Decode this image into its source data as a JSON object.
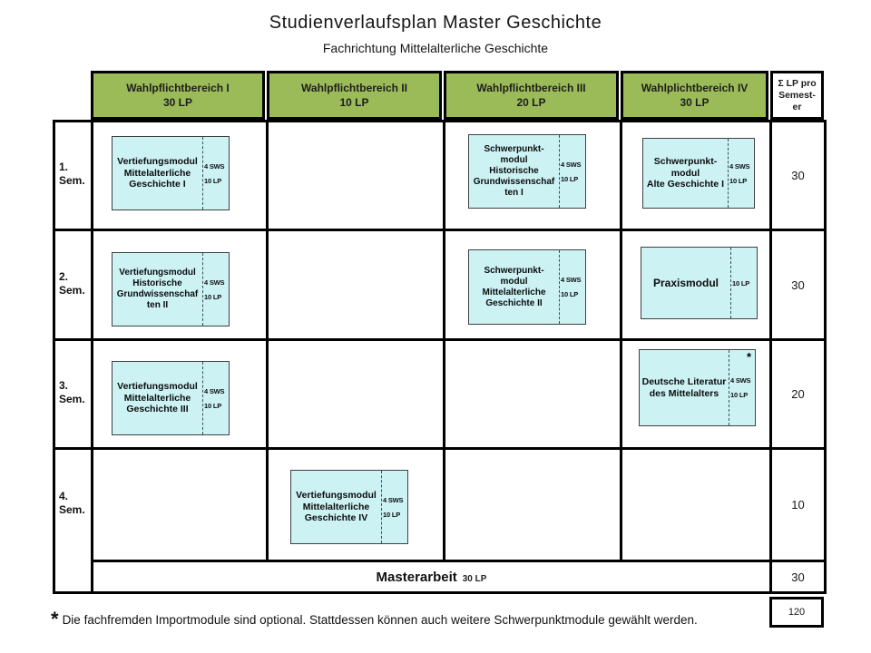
{
  "title": "Studienverlaufsplan Master Geschichte",
  "subtitle": "Fachrichtung Mittelalterliche Geschichte",
  "colors": {
    "header_green": "#9BBB59",
    "module_fill": "#CCF2F4",
    "module_border": "#404040",
    "grid_border": "#000000"
  },
  "header": {
    "col1": "Wahlpflichtbereich I\n30 LP",
    "col2": "Wahlpflichtbereich II\n10 LP",
    "col3": "Wahlpflichtbereich III\n20 LP",
    "col4": "Wahlplichtbereich IV\n30 LP",
    "sum": "Σ LP pro\nSemest-\ner"
  },
  "semesters": {
    "s1": "1.\nSem.",
    "s2": "2.\nSem.",
    "s3": "3.\nSem.",
    "s4": "4.\nSem."
  },
  "sums": {
    "row1": "30",
    "row2": "30",
    "row3": "20",
    "row4": "10",
    "masterarbeit": "30",
    "total": "120"
  },
  "modules": {
    "m1": {
      "title": "Vertiefungsmodul\nMittelalterliche\nGeschichte I",
      "sws": "4 SWS",
      "lp": "10 LP"
    },
    "m2": {
      "title": "Schwerpunkt-\nmodul\nHistorische\nGrundwissenschaf\nten I",
      "sws": "4 SWS",
      "lp": "10 LP"
    },
    "m3": {
      "title": "Schwerpunkt-\nmodul\nAlte Geschichte I",
      "sws": "4 SWS",
      "lp": "10 LP"
    },
    "m4": {
      "title": "Vertiefungsmodul\nHistorische\nGrundwissenschaf\nten II",
      "sws": "4 SWS",
      "lp": "10 LP"
    },
    "m5": {
      "title": "Schwerpunkt-\nmodul\nMittelalterliche\nGeschichte II",
      "sws": "4 SWS",
      "lp": "10 LP"
    },
    "m6": {
      "title": "Praxismodul",
      "lp": "10 LP"
    },
    "m7": {
      "title": "Vertiefungsmodul\nMittelalterliche\nGeschichte III",
      "sws": "4 SWS",
      "lp": "10 LP"
    },
    "m8": {
      "title": "Deutsche Literatur\ndes Mittelalters",
      "sws": "4 SWS",
      "lp": "10 LP",
      "mark": "*"
    },
    "m9": {
      "title": "Vertiefungsmodul\nMittelalterliche\nGeschichte IV",
      "sws": "4 SWS",
      "lp": "10 LP"
    }
  },
  "masterarbeit": {
    "title": "Masterarbeit",
    "lp": "30 LP"
  },
  "footnote": {
    "mark": "*",
    "text": "Die fachfremden Importmodule sind optional. Stattdessen können auch weitere Schwerpunktmodule gewählt werden."
  }
}
